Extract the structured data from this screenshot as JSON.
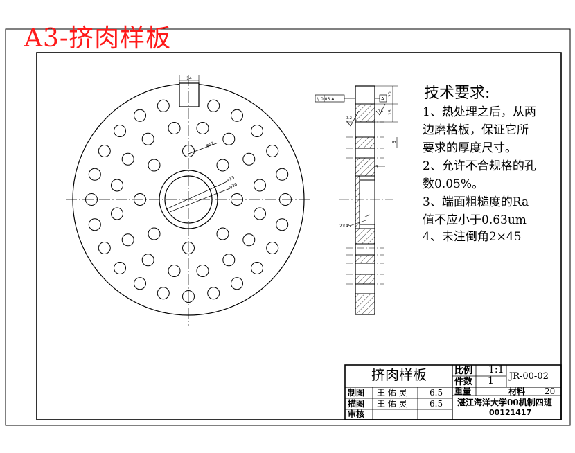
{
  "sheet_title": "A3-挤肉样板",
  "requirements": {
    "title": "技术要求:",
    "lines": [
      "1、热处理之后，从两",
      "边磨格板，保证它所",
      "要求的厚度尺寸。",
      "2、允许不合规格的孔",
      "数0.05%。",
      "3、端面粗糙度的Ra",
      "值不应小于0.63um",
      "4、未注倒角2×45"
    ]
  },
  "title_block": {
    "part_name": "挤肉样板",
    "scale_label": "比例",
    "scale_value": "1:1",
    "quantity_label": "件数",
    "quantity_value": "1",
    "drawing_no": "JR-00-02",
    "weight_label": "重量",
    "material_label": "材料",
    "material_value": "20",
    "drawn_label": "制图",
    "drawn_name": "王 佑 灵",
    "drawn_date": "6.5",
    "traced_label": "描图",
    "traced_name": "王 佑 灵",
    "traced_date": "6.5",
    "checked_label": "审核",
    "school": "湛江海洋大学00机制四班",
    "student_no": "00121417"
  },
  "annotations": {
    "key_width": "14",
    "hole_dia": "φ12",
    "center_outer": "φ33",
    "center_inner": "φ30",
    "tolerance_frame": "// 0.03 A",
    "datum": "A",
    "chamfer": "2×45",
    "thickness_top": "20",
    "thickness_mid": "16",
    "thickness_low": "5",
    "side_dim": "5",
    "surface_mark": "0.6",
    "roughness": "3.2"
  }
}
